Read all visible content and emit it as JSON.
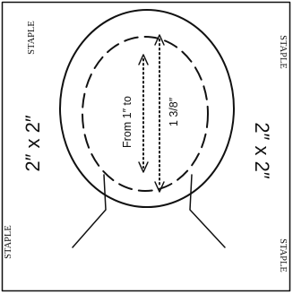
{
  "labels": {
    "staple_top_left": "STAPLE",
    "staple_bottom_left": "STAPLE",
    "staple_top_right": "STAPLE",
    "staple_bottom_right": "STAPLE",
    "size_left": "2″ x 2″",
    "size_right": "2″ x 2″",
    "range_from": "From 1″ to",
    "range_to": "1 3/8″"
  },
  "colors": {
    "ink": "#111111",
    "background": "#ffffff"
  }
}
